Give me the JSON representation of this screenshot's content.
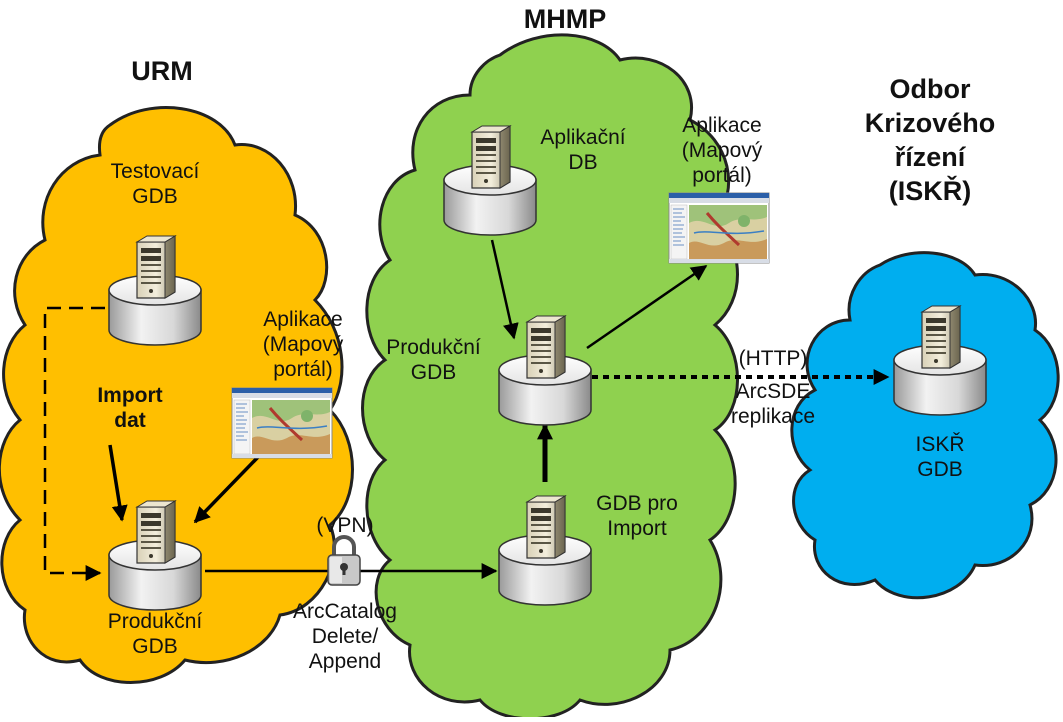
{
  "colors": {
    "urm_cloud": "#ffbf00",
    "mhmp_cloud": "#8fd14f",
    "iskr_cloud": "#00aeef",
    "outline": "#222222"
  },
  "zones": {
    "urm": {
      "title": "URM"
    },
    "mhmp": {
      "title": "MHMP"
    },
    "iskr": {
      "title_lines": [
        "Odbor",
        "Krizového",
        "řízení",
        "(ISKŘ)"
      ]
    }
  },
  "nodes": {
    "testovaci_gdb": {
      "label_lines": [
        "Testovací",
        "GDB"
      ]
    },
    "urm_produkcni_gdb": {
      "label_lines": [
        "Produkční",
        "GDB"
      ]
    },
    "urm_aplikace": {
      "label_lines": [
        "Aplikace",
        "(Mapový",
        "portál)"
      ]
    },
    "aplikacni_db": {
      "label_lines": [
        "Aplikační",
        "DB"
      ]
    },
    "mhmp_aplikace": {
      "label_lines": [
        "Aplikace",
        "(Mapový",
        "portál)"
      ]
    },
    "mhmp_produkcni_gdb": {
      "label_lines": [
        "Produkční",
        "GDB"
      ]
    },
    "gdb_pro_import": {
      "label_lines": [
        "GDB pro",
        "Import"
      ]
    },
    "iskr_gdb": {
      "label_lines": [
        "ISKŘ",
        "GDB"
      ]
    }
  },
  "edges": {
    "import_dat": {
      "label_lines": [
        "Import",
        "dat"
      ]
    },
    "vpn": {
      "label": "(VPN)",
      "sub_lines": [
        "ArcCatalog",
        "Delete/",
        "Append"
      ]
    },
    "http": {
      "label_lines": [
        "(HTTP)",
        "ArcSDE",
        "replikace"
      ]
    }
  },
  "icons": [
    "server-cylinder-icon",
    "map-portal-screenshot-icon",
    "padlock-icon"
  ]
}
